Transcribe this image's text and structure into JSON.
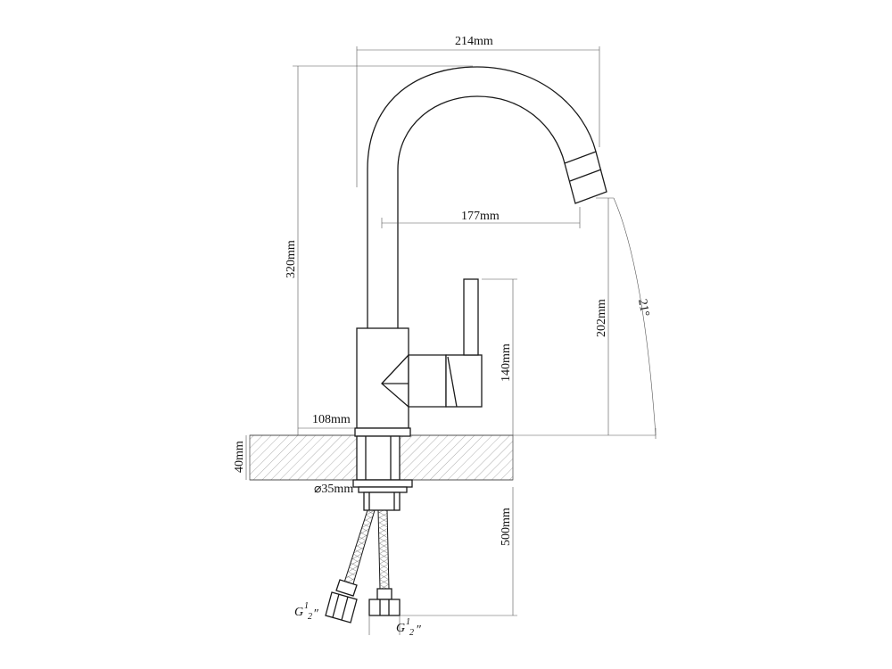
{
  "dimensions": {
    "spout_reach": "214mm",
    "outlet_reach": "177mm",
    "total_height": "320mm",
    "outlet_height": "202mm",
    "lever_height": "140mm",
    "body_width": "108mm",
    "counter_thickness": "40mm",
    "hole_diameter": "⌀35mm",
    "hose_length": "500mm",
    "swivel_angle": "21°"
  },
  "connections": {
    "left": {
      "prefix": "G",
      "sup": "1",
      "sub": "2",
      "suffix": "″"
    },
    "right": {
      "prefix": "G",
      "sup": "1",
      "sub": "2",
      "suffix": "″"
    }
  },
  "colors": {
    "line": "#1a1a1a",
    "hatch": "#9a9a9a",
    "background": "#ffffff"
  }
}
